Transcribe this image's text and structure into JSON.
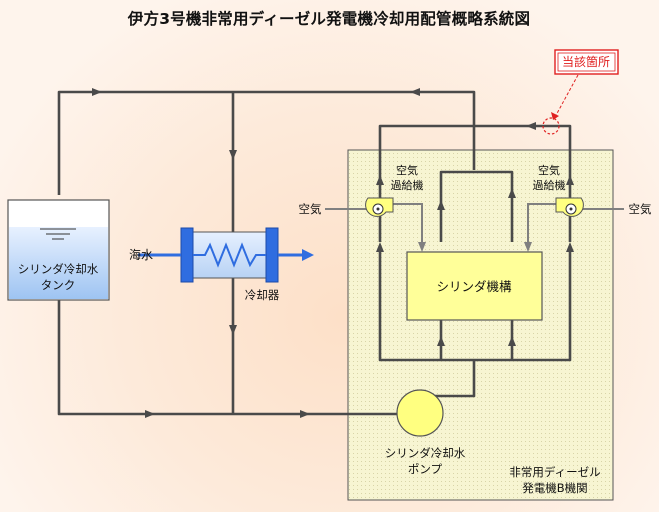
{
  "title": "伊方3号機非常用ディーゼル発電機冷却用配管概略系統図",
  "callout": {
    "label": "当該箇所",
    "color": "#e02020"
  },
  "tank": {
    "line1": "シリンダ冷却水",
    "line2": "タンク"
  },
  "cooler": {
    "label": "冷却器",
    "seawater_label": "海水"
  },
  "engine_room": {
    "line1": "非常用ディーゼル",
    "line2": "発電機B機関"
  },
  "turbo_left": {
    "air_label": "空気",
    "line1": "空気",
    "line2": "過給機"
  },
  "turbo_right": {
    "air_label": "空気",
    "line1": "空気",
    "line2": "過給機"
  },
  "cylinder": {
    "label": "シリンダ機構"
  },
  "pump": {
    "line1": "シリンダ冷却水",
    "line2": "ポンプ"
  },
  "colors": {
    "seawater": "#2f6de0",
    "engine_box": "#f7f5d2",
    "cylinder_box": "#ffff99",
    "component_fill": "#ffff80",
    "callout": "#e02020"
  }
}
